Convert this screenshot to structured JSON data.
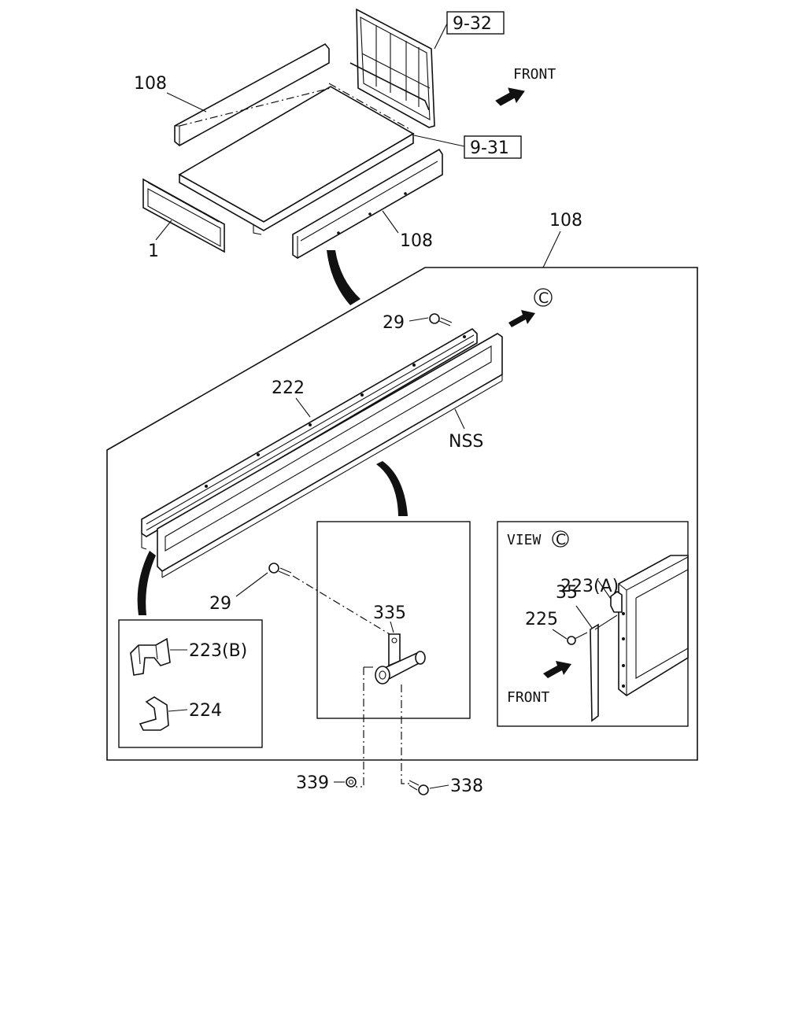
{
  "labels": {
    "ref_9_32": "9-32",
    "ref_9_31": "9-31",
    "front_top": "FRONT",
    "p108_left": "108",
    "p108_right": "108",
    "p108_box": "108",
    "p1": "1",
    "c_marker": "C",
    "p29_top": "29",
    "p222": "222",
    "nss": "NSS",
    "p29_bottom": "29",
    "p335": "335",
    "p223b": "223(B)",
    "p224": "224",
    "view_c": "VIEW",
    "view_c_marker": "C",
    "p223a": "223(A)",
    "p35": "35",
    "p225": "225",
    "front_view": "FRONT",
    "p339": "339",
    "p338": "338"
  }
}
